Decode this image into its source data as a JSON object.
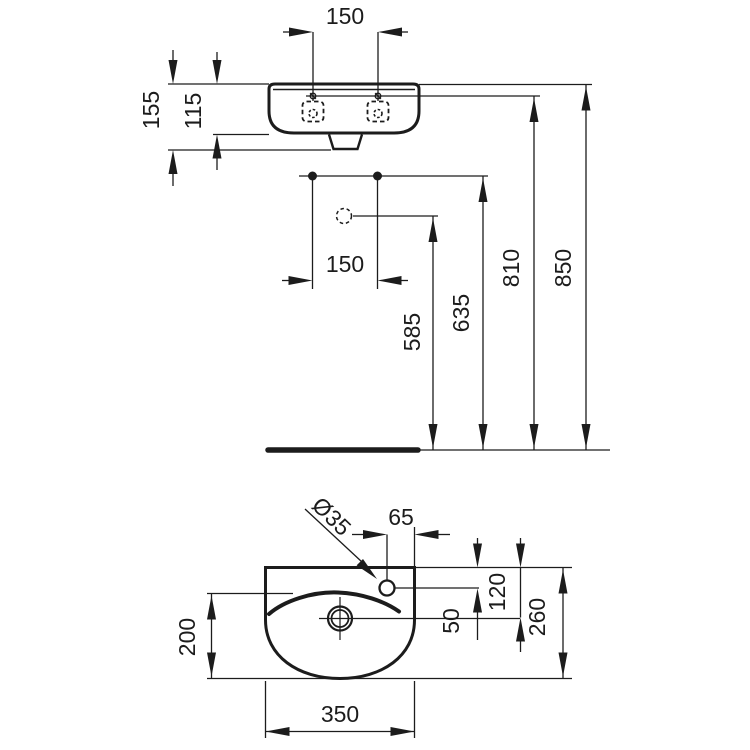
{
  "drawing": {
    "background": "#ffffff",
    "line_color": "#1c1c1c",
    "front_view": {
      "fixing_hole_spacing": "150",
      "total_height": "155",
      "body_height": "115"
    },
    "installation": {
      "supply_spacing": "150",
      "waste_outlet_height": "585",
      "supply_height": "635",
      "fixing_holes_height": "810",
      "rim_height": "850"
    },
    "plan_view": {
      "tap_hole_diameter": "Ø35",
      "tap_hole_to_right_edge": "65",
      "tap_hole_to_back": "50",
      "outlet_to_back": "120",
      "overall_depth": "260",
      "bowl_front_depth": "200",
      "overall_width": "350"
    }
  }
}
